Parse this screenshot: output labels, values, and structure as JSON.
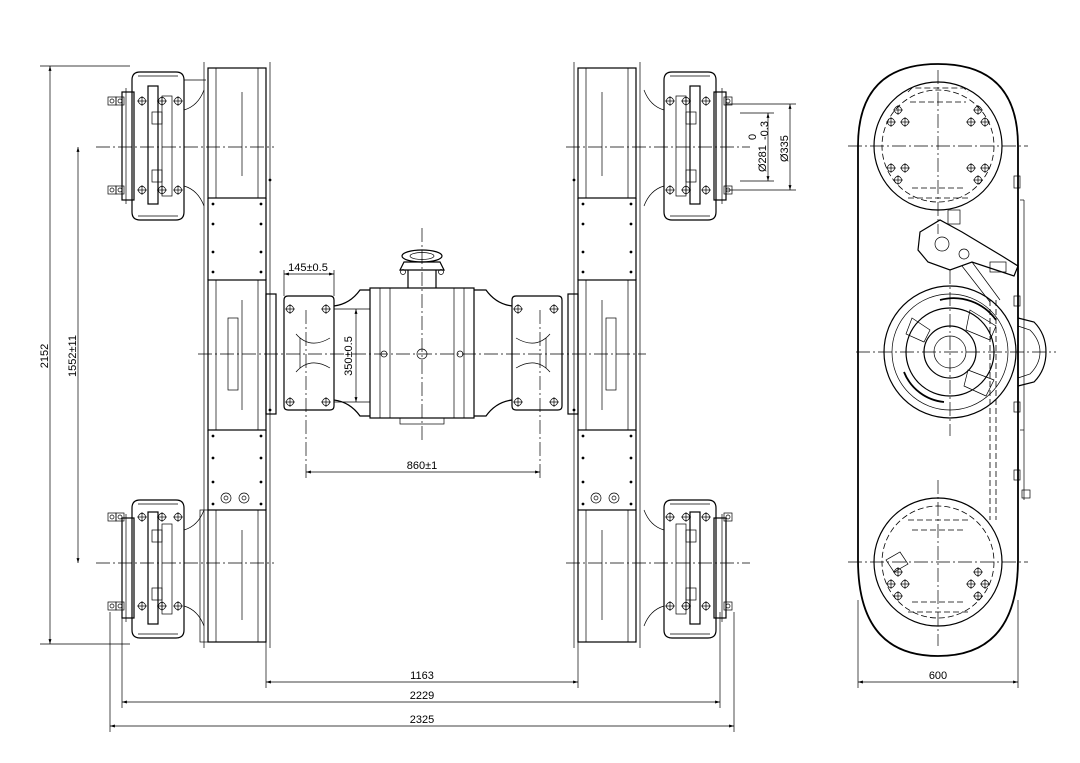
{
  "dimensions": {
    "total_height": "2152",
    "wheelbase": "1552±11",
    "flange_width": "145±0.5",
    "flange_spacing": "350±0.5",
    "center_distance": "860±1",
    "inner_gauge": "1163",
    "mid_width": "2229",
    "overall_width": "2325",
    "hub_inner_diameter": "Ø281",
    "hub_tolerance_upper": "0",
    "hub_tolerance_lower": "-0.3",
    "hub_outer_diameter": "Ø335",
    "side_view_width": "600"
  }
}
